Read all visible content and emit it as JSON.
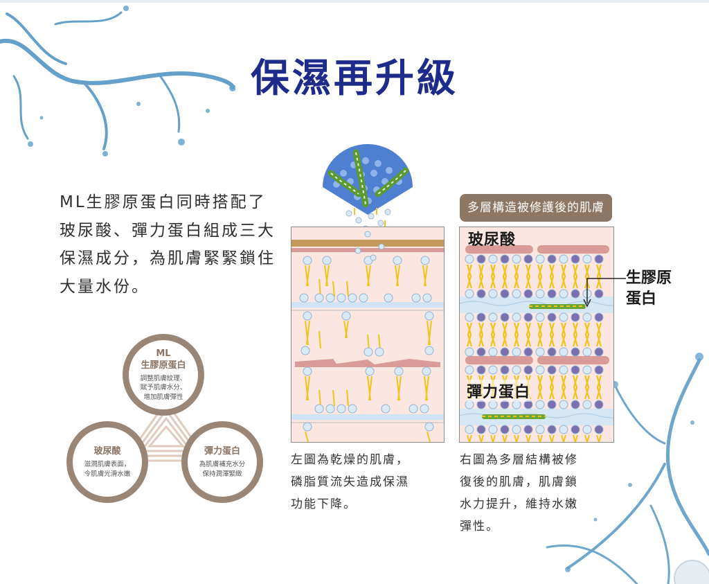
{
  "title": "保濕再升級",
  "intro": "ML生膠原蛋白同時搭配了玻尿酸、彈力蛋白組成三大保濕成分，為肌膚緊緊鎖住大量水份。",
  "circles": {
    "top": {
      "head1": "ML",
      "head2": "生膠原蛋白",
      "desc": [
        "調整肌膚紋理、",
        "賦予肌膚水分、",
        "增加肌膚彈性"
      ]
    },
    "left": {
      "head": "玻尿酸",
      "desc": [
        "滋潤肌膚表面，",
        "令肌膚光滑水嫩"
      ]
    },
    "right": {
      "head": "彈力蛋白",
      "desc": [
        "為肌膚補充水分",
        "保持潤澤緊緻"
      ]
    }
  },
  "right_panel": {
    "badge": "多層構造被修護後的肌膚",
    "label_hyaluronic": "玻尿酸",
    "label_elastin": "彈力蛋白",
    "label_collagen": [
      "生膠原",
      "蛋白"
    ]
  },
  "captions": {
    "left": [
      "左圖為乾燥的肌膚，",
      "磷脂質流失造成保濕",
      "功能下降。"
    ],
    "right": [
      "右圖為多層結構被修",
      "復後的肌膚，肌膚鎖",
      "水力提升，維持水嫩",
      "彈性。"
    ]
  },
  "colors": {
    "title": "#1d2b8a",
    "brown": "#9a8676",
    "badge": "#8d7663",
    "lipid_yellow": "#f0c419",
    "lipid_head": "#dbe9f5",
    "purple": "#7b6fb0",
    "skin": "#fbe6e2",
    "water_band": "#cfe3f2"
  }
}
